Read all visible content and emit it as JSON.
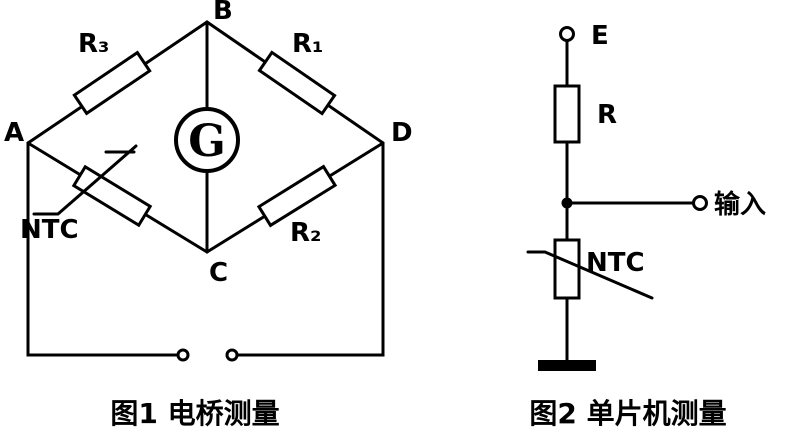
{
  "figure1": {
    "caption": "图1  电桥测量",
    "node_labels": {
      "a": "A",
      "b": "B",
      "c": "C",
      "d": "D"
    },
    "component_labels": {
      "r3": "R₃",
      "r1": "R₁",
      "r2": "R₂",
      "ntc": "NTC",
      "galvanometer": "G"
    }
  },
  "figure2": {
    "caption": "图2  单片机测量",
    "labels": {
      "supply": "E",
      "resistor": "R",
      "ntc": "NTC",
      "input": "输入"
    }
  },
  "colors": {
    "line": "#000000",
    "background": "#ffffff"
  }
}
